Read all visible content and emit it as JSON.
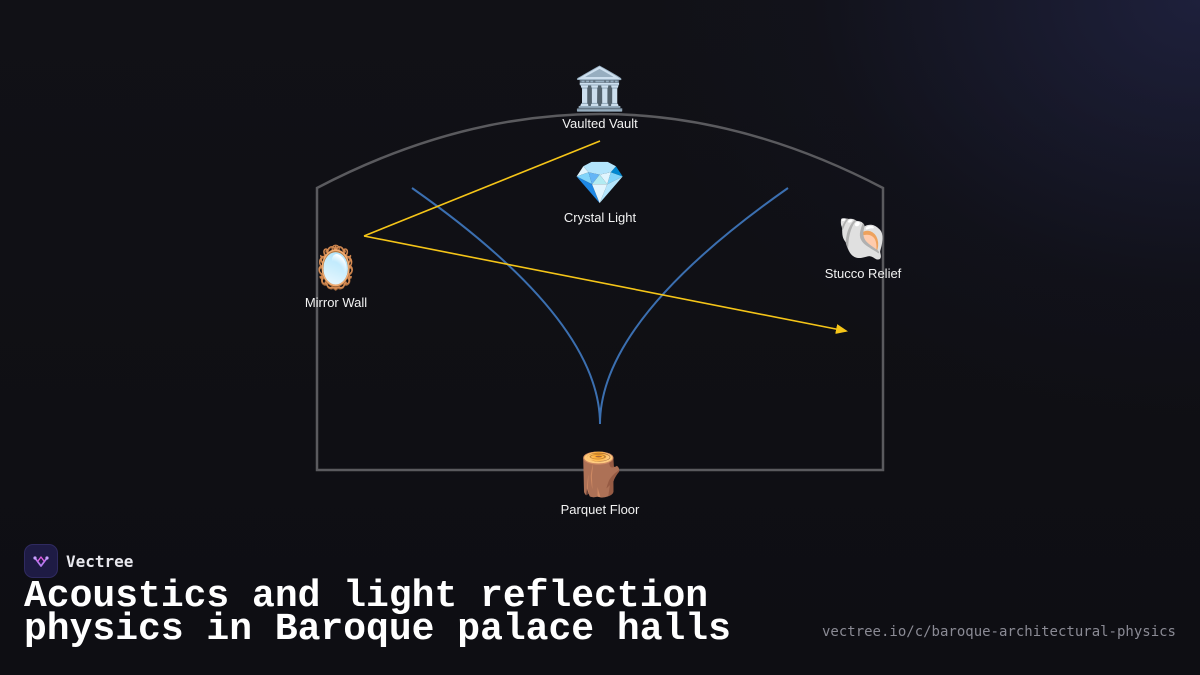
{
  "nodes": [
    {
      "id": "vault",
      "emoji": "🏛️",
      "label": "Vaulted Vault"
    },
    {
      "id": "crystal",
      "emoji": "💎",
      "label": "Crystal Light"
    },
    {
      "id": "mirror",
      "emoji": "🪞",
      "label": "Mirror Wall"
    },
    {
      "id": "stucco",
      "emoji": "🐚",
      "label": "Stucco Relief"
    },
    {
      "id": "floor",
      "emoji": "🪵",
      "label": "Parquet Floor"
    }
  ],
  "brand": {
    "name": "Vectree"
  },
  "title": "Acoustics and light reflection physics in Baroque palace halls",
  "url": "vectree.io/c/baroque-architectural-physics",
  "colors": {
    "hall_outline": "#5a5a5e",
    "light_ray": "#f5c518",
    "sound_wave": "#3b6fb0",
    "brand_logo": "#1e1b44"
  }
}
